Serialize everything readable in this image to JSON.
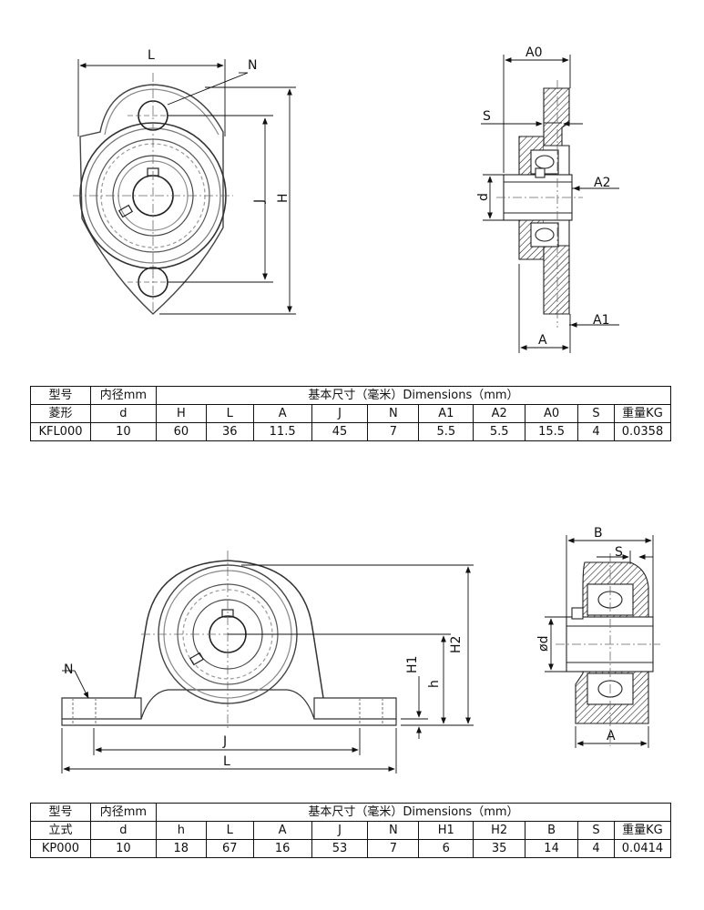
{
  "kfl": {
    "labels": {
      "L": "L",
      "N": "N",
      "J": "J",
      "H": "H",
      "A0": "A0",
      "S": "S",
      "d": "d",
      "A2": "A2",
      "A1": "A1",
      "A": "A"
    },
    "table": {
      "model_label": "型号",
      "bore_label": "内径mm",
      "dims_label": "基本尺寸（毫米）Dimensions（mm）",
      "shape_label": "菱形",
      "columns": [
        "d",
        "H",
        "L",
        "A",
        "J",
        "N",
        "A1",
        "A2",
        "A0",
        "S",
        "重量KG"
      ],
      "row_label": "KFL000",
      "values": [
        "10",
        "60",
        "36",
        "11.5",
        "45",
        "7",
        "5.5",
        "5.5",
        "15.5",
        "4",
        "0.0358"
      ]
    }
  },
  "kp": {
    "labels": {
      "N": "N",
      "J": "J",
      "L": "L",
      "H1": "H1",
      "h": "h",
      "H2": "H2",
      "B": "B",
      "S": "S",
      "d": "ød",
      "A": "A"
    },
    "table": {
      "model_label": "型号",
      "bore_label": "内径mm",
      "dims_label": "基本尺寸（毫米）Dimensions（mm）",
      "shape_label": "立式",
      "columns": [
        "d",
        "h",
        "L",
        "A",
        "J",
        "N",
        "H1",
        "H2",
        "B",
        "S",
        "重量KG"
      ],
      "row_label": "KP000",
      "values": [
        "10",
        "18",
        "67",
        "16",
        "53",
        "7",
        "6",
        "35",
        "14",
        "4",
        "0.0414"
      ]
    }
  }
}
